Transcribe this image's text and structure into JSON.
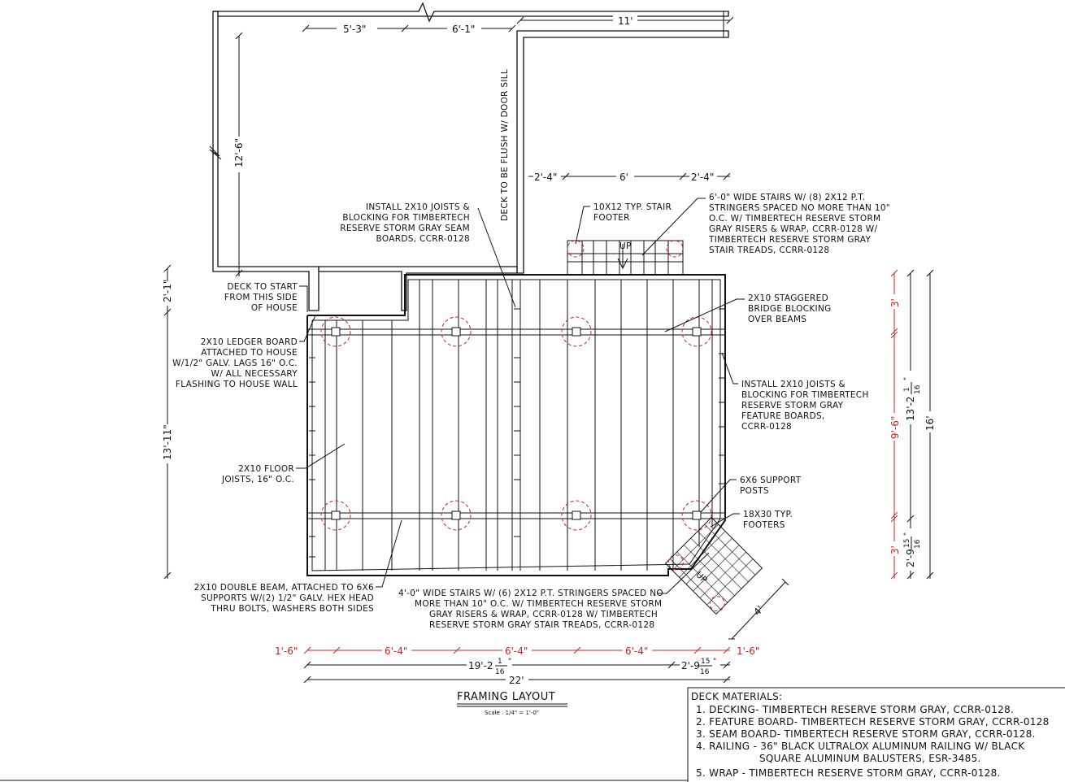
{
  "drawing": {
    "title": "FRAMING LAYOUT",
    "scale": "Scale : 1/4\" = 1'-0\""
  },
  "dimensions": {
    "top_5_3": "5'-3\"",
    "top_6_1": "6'-1\"",
    "top_11": "11'",
    "left_12_6": "12'-6\"",
    "left_2_1": "2'-1\"",
    "left_13_11": "13'-11\"",
    "stair_2_4_left": "2'-4\"",
    "stair_6": "6'",
    "stair_2_4_right": "2'-4\"",
    "bottom_1_6_left": "1'-6\"",
    "bottom_6_4_a": "6'-4\"",
    "bottom_6_4_b": "6'-4\"",
    "bottom_6_4_c": "6'-4\"",
    "bottom_1_6_right": "1'-6\"",
    "bottom_19_2": "19'-2",
    "bottom_2_9": "2'-9",
    "bottom_22": "22'",
    "right_3_top": "3'",
    "right_9_6": "9'-6\"",
    "right_3_bottom": "3'",
    "right_13_2": "13'-2",
    "right_16": "16'",
    "right_2_9": "2'-9",
    "diag_4": "4'",
    "frac_1": "1",
    "frac_16": "16",
    "frac_15": "15",
    "frac_in": "\""
  },
  "labels": {
    "up_top": "UP",
    "up_diag": "UP",
    "door_sill": "DECK TO BE FLUSH W/ DOOR SILL",
    "seam_boards": [
      "INSTALL 2X10 JOISTS &",
      "BLOCKING FOR TIMBERTECH",
      "RESERVE STORM GRAY SEAM",
      "BOARDS, CCRR-0128"
    ],
    "stair_footer": [
      "10X12 TYP. STAIR",
      "FOOTER"
    ],
    "wide_stairs_6": [
      "6'-0\" WIDE STAIRS W/ (8) 2X12 P.T.",
      "STRINGERS SPACED NO MORE THAN 10\"",
      "O.C. W/ TIMBERTECH RESERVE STORM",
      "GRAY RISERS & WRAP, CCRR-0128 W/",
      "TIMBERTECH RESERVE STORM GRAY",
      "STAIR TREADS, CCRR-0128"
    ],
    "deck_start": [
      "DECK TO START",
      "FROM THIS SIDE",
      "OF HOUSE"
    ],
    "bridge_blocking": [
      "2X10 STAGGERED",
      "BRIDGE BLOCKING",
      "OVER BEAMS"
    ],
    "ledger": [
      "2X10 LEDGER BOARD",
      "ATTACHED TO HOUSE",
      "W/1/2\" GALV. LAGS 16\" O.C.",
      "W/ ALL NECESSARY",
      "FLASHING TO HOUSE WALL"
    ],
    "feature_boards": [
      "INSTALL 2X10 JOISTS &",
      "BLOCKING FOR TIMBERTECH",
      "RESERVE STORM GRAY",
      "FEATURE BOARDS,",
      "CCRR-0128"
    ],
    "floor_joists": [
      "2X10 FLOOR",
      "JOISTS, 16\" O.C."
    ],
    "support_posts": [
      "6X6 SUPPORT",
      "POSTS"
    ],
    "footers": [
      "18X30 TYP.",
      "FOOTERS"
    ],
    "double_beam": [
      "2X10 DOUBLE BEAM, ATTACHED TO 6X6",
      "SUPPORTS W/(2) 1/2\" GALV. HEX HEAD",
      "THRU BOLTS, WASHERS BOTH SIDES"
    ],
    "wide_stairs_4": [
      "4'-0\" WIDE STAIRS W/ (6) 2X12 P.T. STRINGERS SPACED NO",
      "MORE THAN 10\" O.C. W/ TIMBERTECH RESERVE STORM",
      "GRAY RISERS & WRAP, CCRR-0128  W/ TIMBERTECH",
      "RESERVE STORM GRAY STAIR TREADS, CCRR-0128"
    ]
  },
  "materials": {
    "heading": "DECK MATERIALS:",
    "items": [
      "1.  DECKING- TIMBERTECH RESERVE STORM GRAY, CCRR-0128.",
      "2.  FEATURE BOARD- TIMBERTECH RESERVE STORM GRAY, CCRR-0128",
      "3.  SEAM BOARD- TIMBERTECH RESERVE STORM GRAY, CCRR-0128.",
      "4.  RAILING - 36\" BLACK ULTRALOX ALUMINUM RAILING W/ BLACK",
      "SQUARE ALUMINUM BALUSTERS, ESR-3485.",
      "5.  WRAP -  TIMBERTECH RESERVE STORM GRAY, CCRR-0128."
    ]
  },
  "colors": {
    "line": "#111111",
    "red_dims": "#d42020"
  }
}
